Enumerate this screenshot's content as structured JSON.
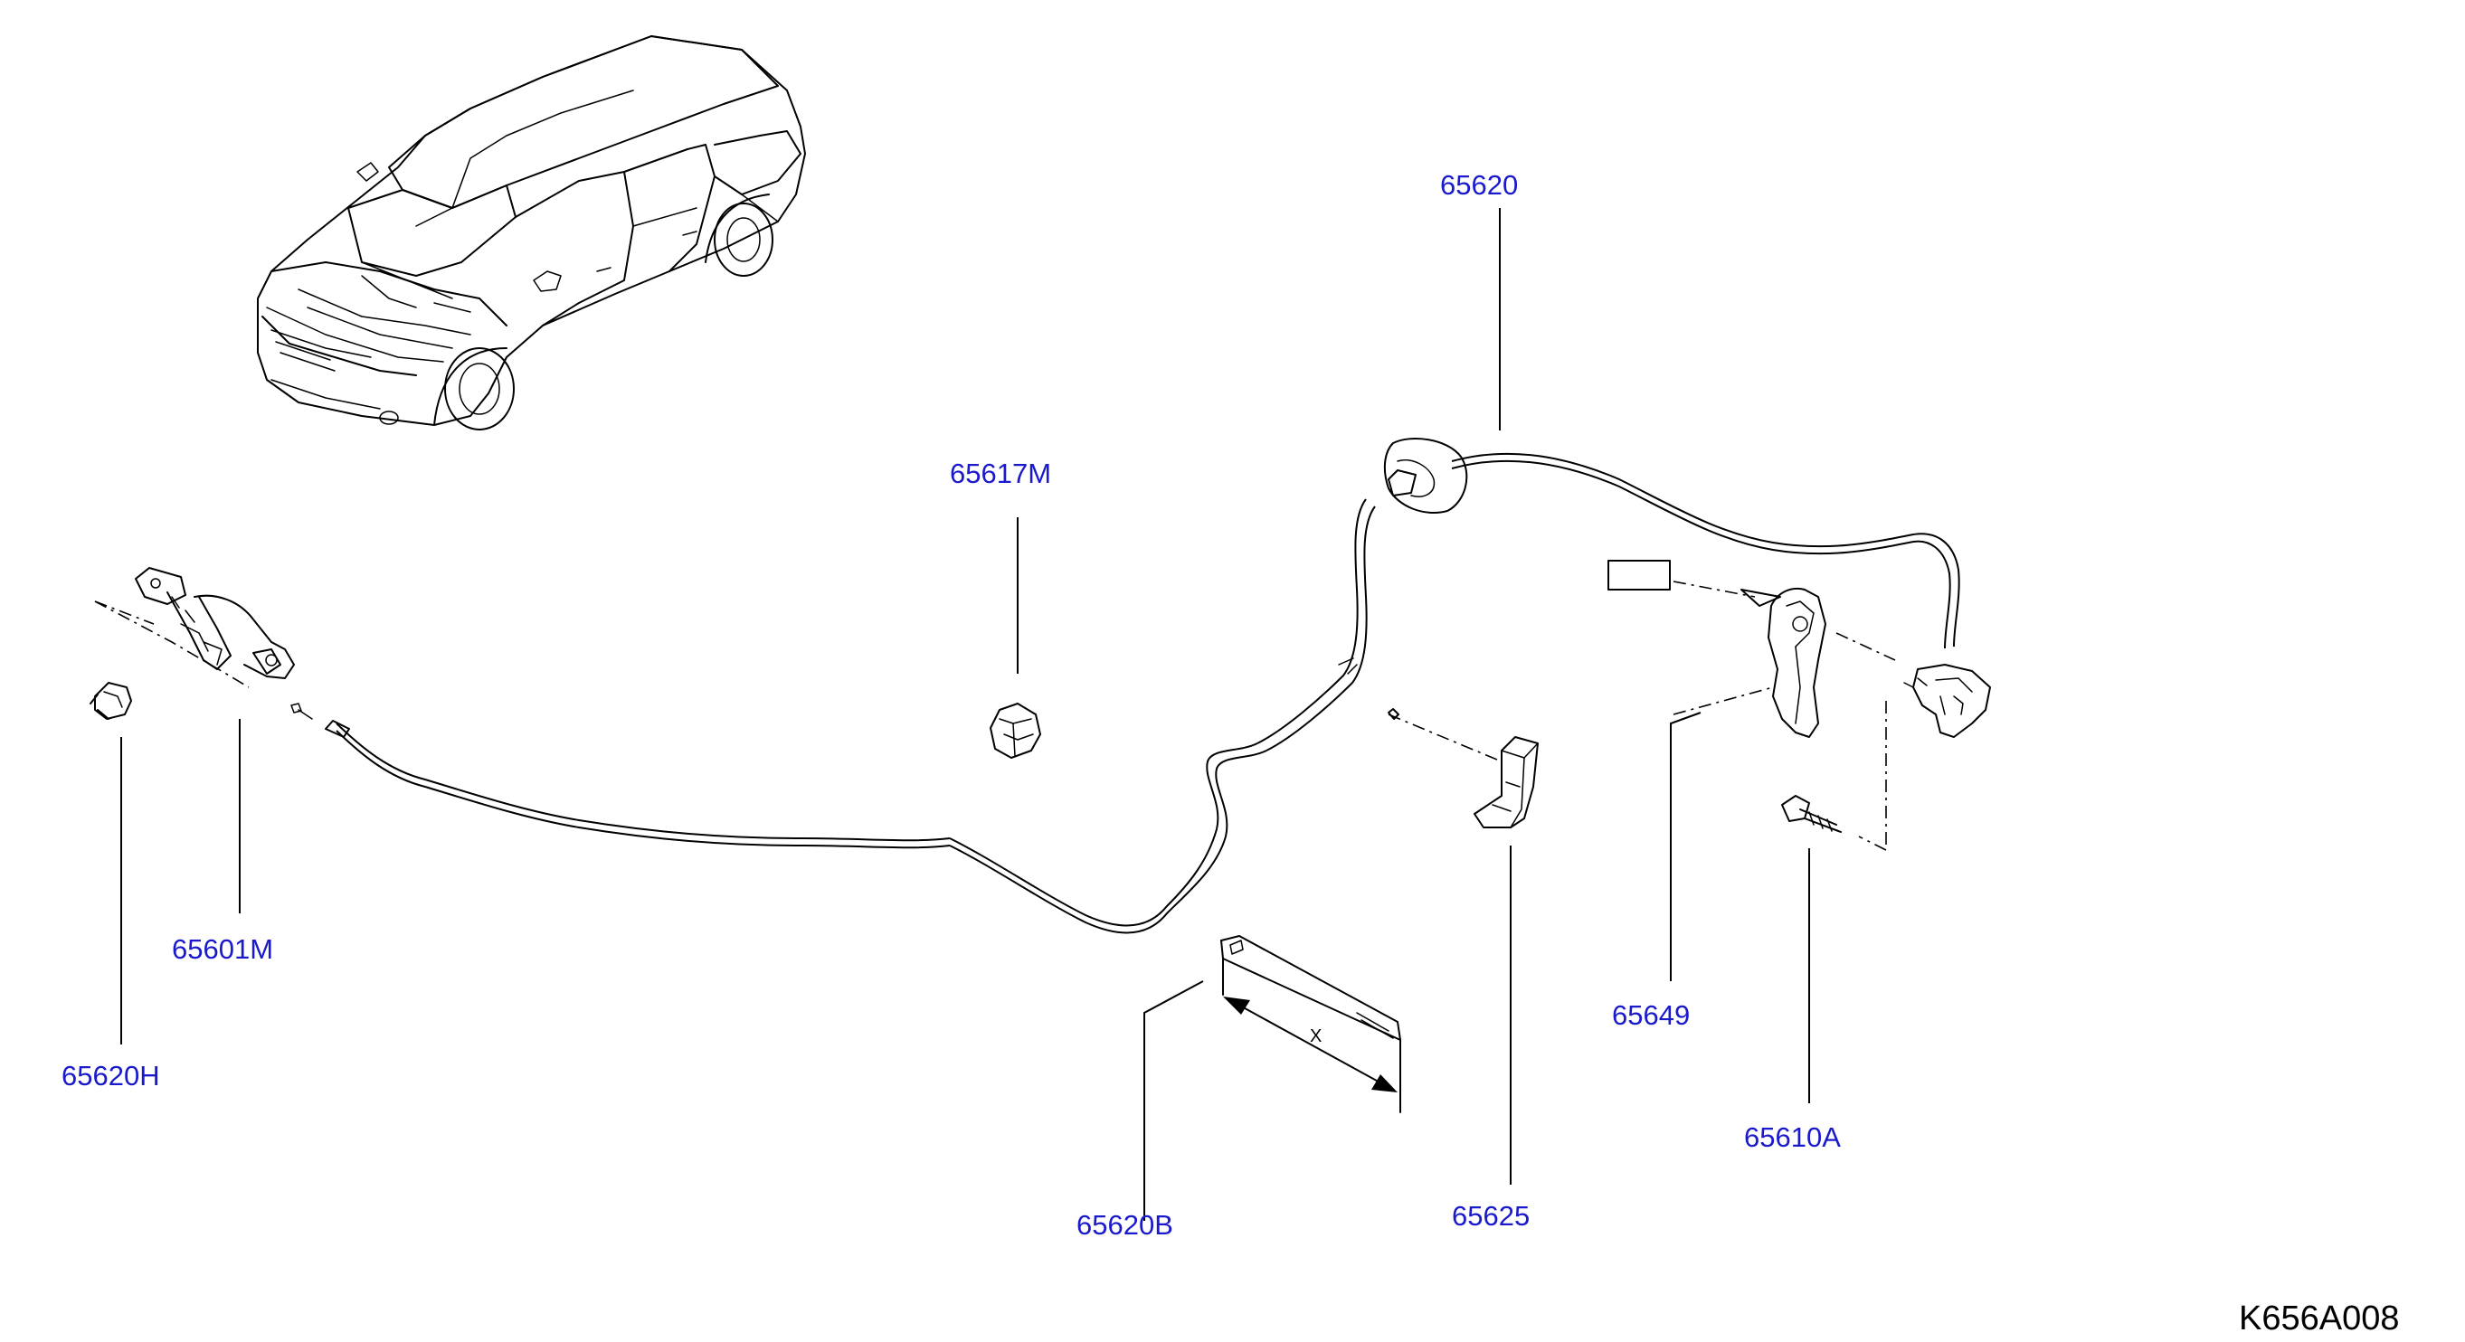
{
  "diagram_code": "K656A008",
  "dimension_label": "X",
  "part_numbers": {
    "p65620": "65620",
    "p65617M": "65617M",
    "p65601M": "65601M",
    "p65620H": "65620H",
    "p65620B": "65620B",
    "p65625": "65625",
    "p65649": "65649",
    "p65610A": "65610A"
  },
  "colors": {
    "label": "#1a1acc",
    "line": "#000000",
    "background": "#ffffff"
  }
}
